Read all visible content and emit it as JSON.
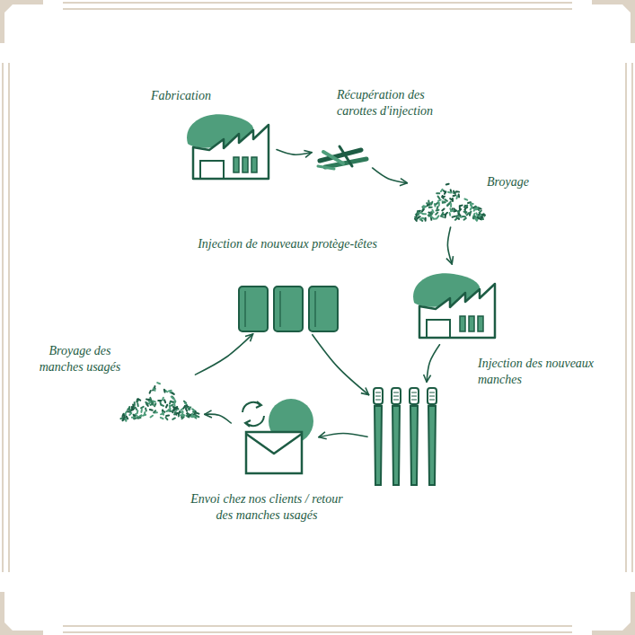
{
  "diagram": {
    "nodes": [
      {
        "text": [
          "Fabrication"
        ]
      },
      {
        "text": [
          "Récupération des carottes d'injection"
        ]
      },
      {
        "text": [
          "Broyage"
        ]
      },
      {
        "text": []
      },
      {
        "text": []
      },
      {
        "text": [
          "Envoi chez nos clients / retour des manches usagés"
        ]
      },
      {
        "text": [
          "Broyage des manches usagés"
        ]
      },
      {
        "text": [
          "Injection de nouveaux protège-têtes"
        ]
      }
    ],
    "edges": [
      {
        "from": 0,
        "to": 1,
        "arrow": "to"
      },
      {
        "from": 1,
        "to": 2,
        "arrow": "to"
      },
      {
        "from": 2,
        "to": 3,
        "arrow": "to"
      },
      {
        "from": 3,
        "to": 4,
        "label": "Injection des nouveaux manches",
        "arrow": "to"
      },
      {
        "from": 7,
        "to": 4,
        "arrow": "to"
      },
      {
        "from": 4,
        "to": 5,
        "arrow": "to"
      },
      {
        "from": 5,
        "to": 6,
        "arrow": "to"
      },
      {
        "from": 6,
        "to": 7,
        "arrow": "to"
      }
    ]
  }
}
